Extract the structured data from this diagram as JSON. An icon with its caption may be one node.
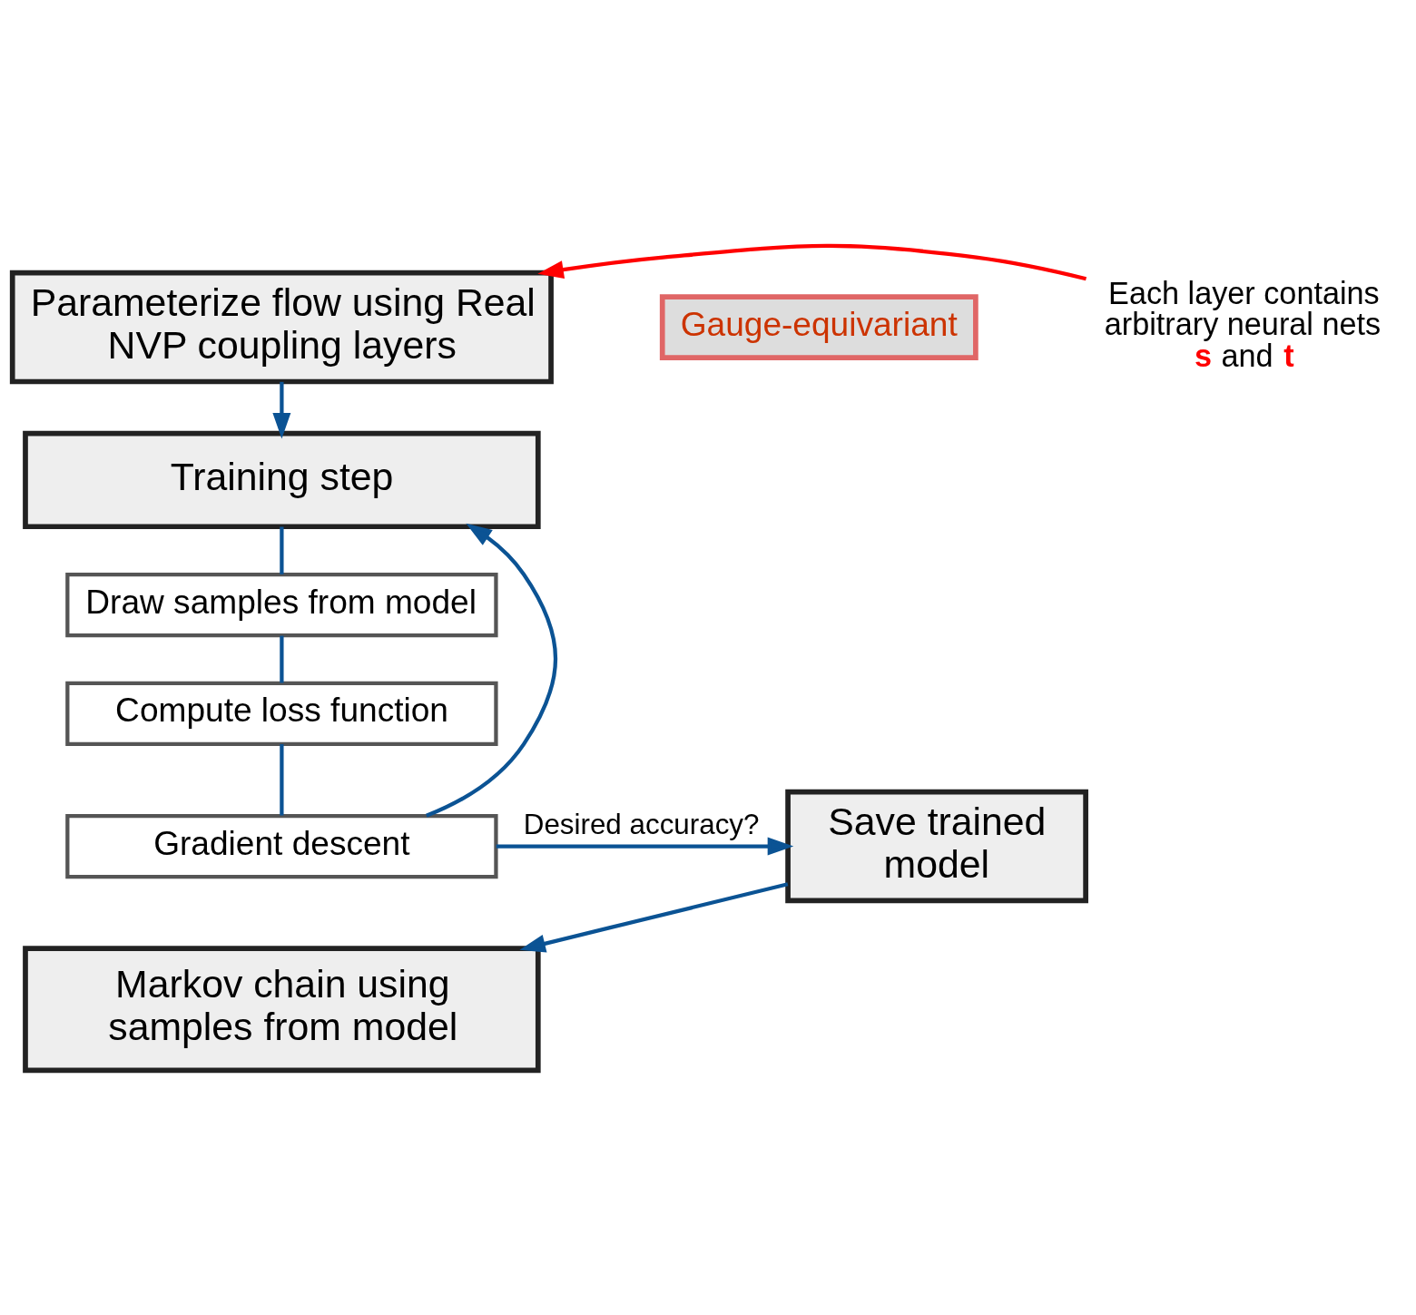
{
  "diagram": {
    "nodes": [
      {
        "text": [
          "Parameterize flow using Real NVP coupling layers"
        ]
      },
      {
        "text": [
          "Gauge-equivariant"
        ]
      },
      {
        "text": [
          "Training step"
        ]
      },
      {
        "text": [
          "Draw samples from model"
        ]
      },
      {
        "text": [
          "Compute loss function"
        ]
      },
      {
        "text": [
          "Gradient descent"
        ]
      },
      {
        "text": [
          "Save trained model"
        ]
      },
      {
        "text": [
          "Markov chain using samples from model"
        ]
      },
      {
        "text": [
          "Each layer contains arbitrary neural nets **s** and **t**"
        ]
      }
    ],
    "edges": [
      {
        "from": 0,
        "to": 2,
        "arrow": "to"
      },
      {
        "from": 2,
        "to": 3,
        "arrow": "none"
      },
      {
        "from": 3,
        "to": 4,
        "arrow": "none"
      },
      {
        "from": 4,
        "to": 5,
        "arrow": "none"
      },
      {
        "from": 5,
        "to": 2,
        "arrow": "to"
      },
      {
        "from": 5,
        "to": 6,
        "arrow": "to",
        "label": "Desired accuracy?"
      },
      {
        "from": 6,
        "to": 7,
        "arrow": "to"
      },
      {
        "from": 8,
        "to": 0,
        "arrow": "to",
        "color": "#ff0000"
      }
    ]
  }
}
